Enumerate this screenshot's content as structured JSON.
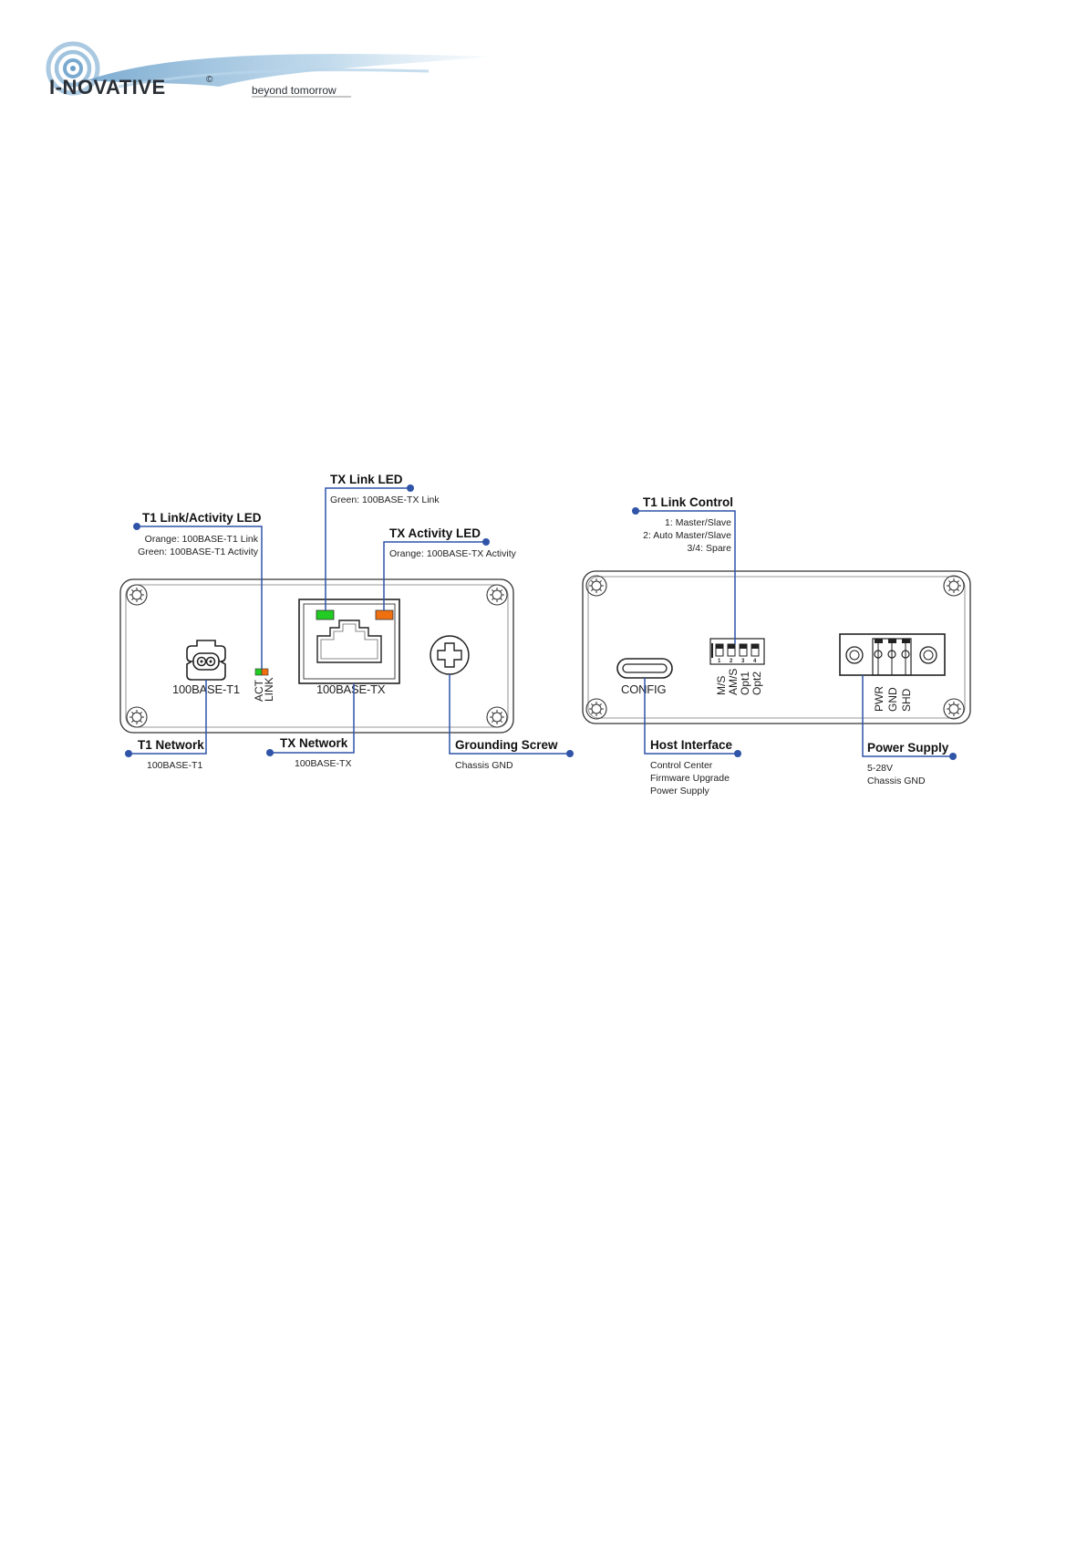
{
  "header": {
    "logo_text": "I-NOVATIVE",
    "copyright": "©",
    "tagline": "beyond tomorrow"
  },
  "front_panel": {
    "port_t1_label": "100BASE-T1",
    "port_tx_label": "100BASE-TX",
    "led_act_label": "ACT",
    "led_link_label": "LINK"
  },
  "rear_panel": {
    "usb_label": "CONFIG",
    "dip_numbers": [
      "1",
      "2",
      "3",
      "4"
    ],
    "dip_labels": [
      "M/S",
      "AM/S",
      "Opt1",
      "Opt2"
    ],
    "terminal_labels": [
      "PWR",
      "GND",
      "SHD"
    ]
  },
  "callouts": {
    "t1_led": {
      "title": "T1 Link/Activity LED",
      "lines": [
        "Orange: 100BASE-T1 Link",
        "Green: 100BASE-T1 Activity"
      ]
    },
    "tx_link_led": {
      "title": "TX Link LED",
      "lines": [
        "Green: 100BASE-TX Link"
      ]
    },
    "tx_act_led": {
      "title": "TX Activity LED",
      "lines": [
        "Orange: 100BASE-TX Activity"
      ]
    },
    "t1_network": {
      "title": "T1 Network",
      "lines": [
        "100BASE-T1"
      ]
    },
    "tx_network": {
      "title": "TX Network",
      "lines": [
        "100BASE-TX"
      ]
    },
    "grounding": {
      "title": "Grounding Screw",
      "lines": [
        "Chassis GND"
      ]
    },
    "t1_link_control": {
      "title": "T1 Link Control",
      "lines": [
        "1: Master/Slave",
        "2: Auto Master/Slave",
        "3/4: Spare"
      ]
    },
    "host_interface": {
      "title": "Host Interface",
      "lines": [
        "Control Center",
        "Firmware Upgrade",
        "Power Supply"
      ]
    },
    "power_supply": {
      "title": "Power Supply",
      "lines": [
        "5-28V",
        "Chassis GND"
      ]
    }
  },
  "colors": {
    "leader": "#2f54a8",
    "led_green": "#22cc22",
    "led_orange": "#f07010",
    "outline": "#333333",
    "logo_blue": "#8fb8d8"
  }
}
